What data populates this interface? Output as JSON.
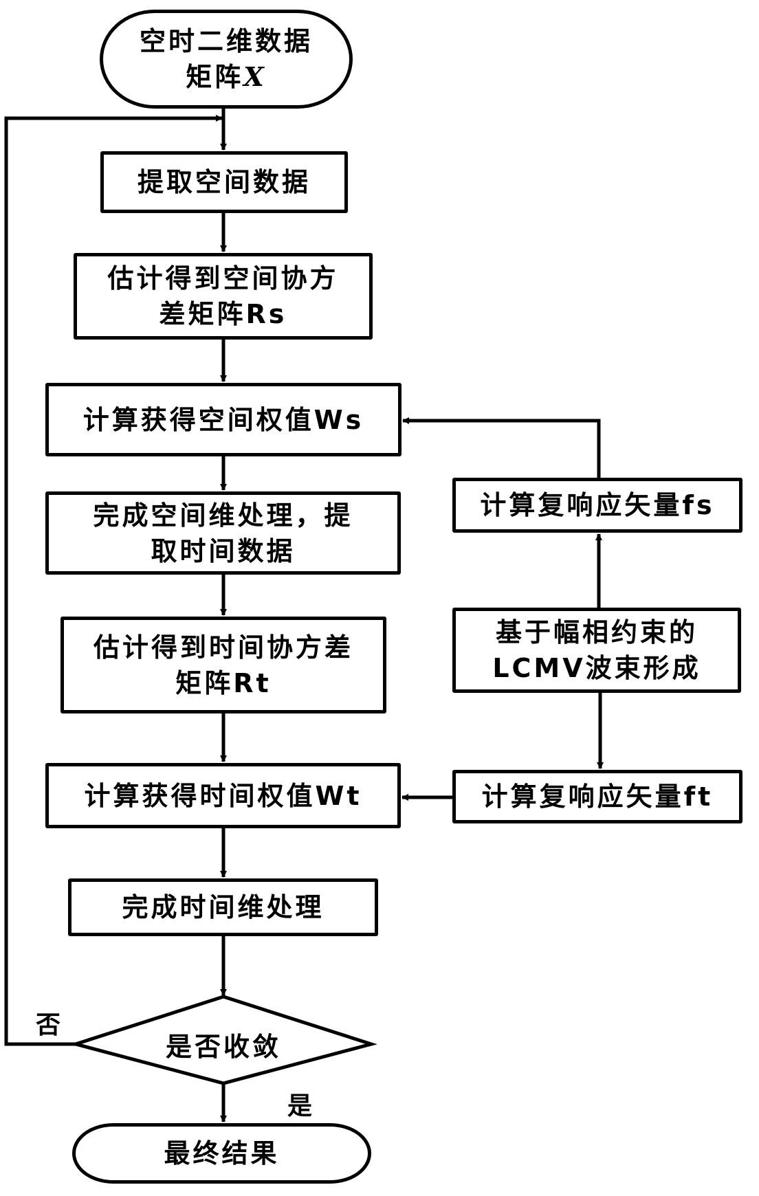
{
  "flowchart": {
    "start": {
      "line1": "空时二维数据",
      "line2_prefix": "矩阵",
      "line2_var": "X"
    },
    "steps": [
      {
        "id": "extract-spatial",
        "lines": [
          "提取空间数据"
        ]
      },
      {
        "id": "estimate-spatial-cov",
        "lines": [
          "估计得到空间协方",
          "差矩阵Rs"
        ]
      },
      {
        "id": "compute-spatial-weight",
        "lines": [
          "计算获得空间权值Ws"
        ]
      },
      {
        "id": "spatial-done-extract-time",
        "lines": [
          "完成空间维处理，提",
          "取时间数据"
        ]
      },
      {
        "id": "estimate-time-cov",
        "lines": [
          "估计得到时间协方差",
          "矩阵Rt"
        ]
      },
      {
        "id": "compute-time-weight",
        "lines": [
          "计算获得时间权值Wt"
        ]
      },
      {
        "id": "time-done",
        "lines": [
          "完成时间维处理"
        ]
      }
    ],
    "side": [
      {
        "id": "compute-fs",
        "lines": [
          "计算复响应矢量fs"
        ]
      },
      {
        "id": "lcmv",
        "lines": [
          "基于幅相约束的",
          "LCMV波束形成"
        ]
      },
      {
        "id": "compute-ft",
        "lines": [
          "计算复响应矢量ft"
        ]
      }
    ],
    "decision": {
      "text": "是否收敛",
      "no_label": "否",
      "yes_label": "是"
    },
    "end": {
      "text": "最终结果"
    }
  }
}
